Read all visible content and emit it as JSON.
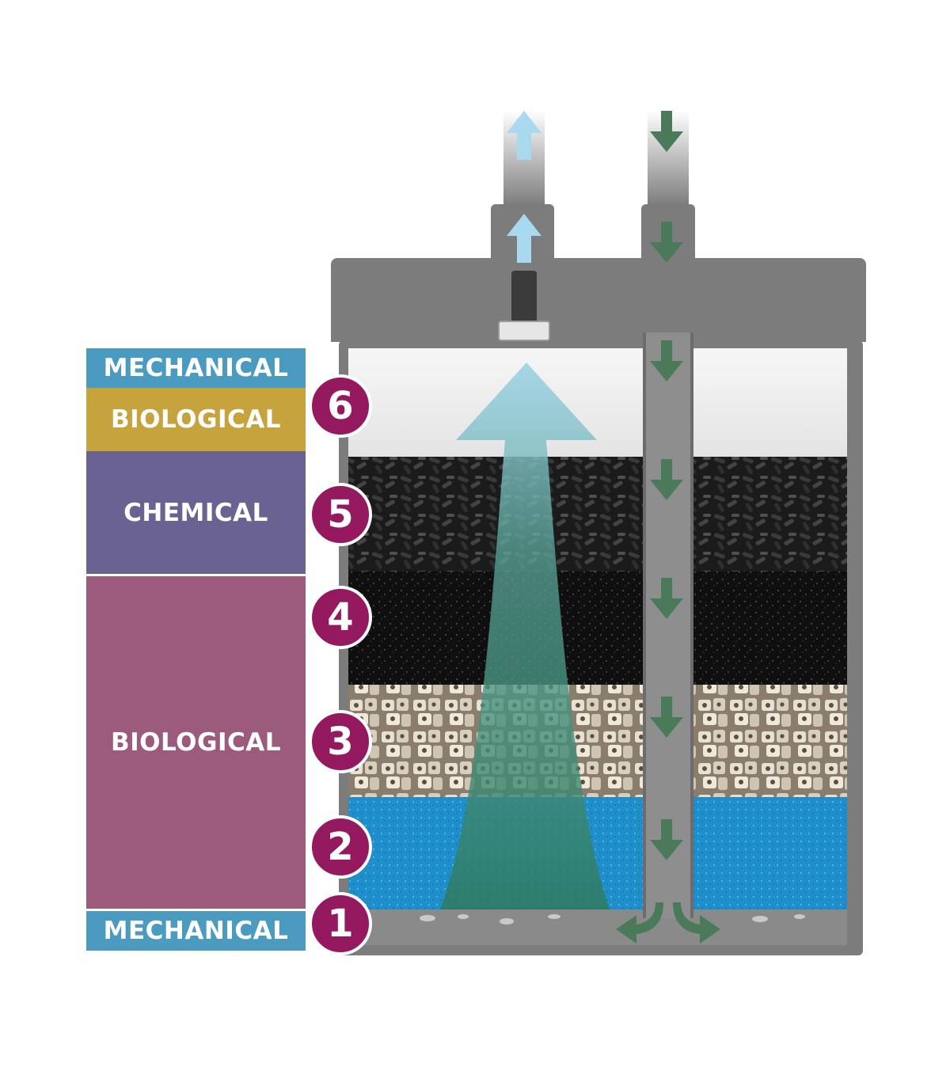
{
  "categories": [
    {
      "label": "MECHANICAL",
      "color": "#4b9ac0"
    },
    {
      "label": "BIOLOGICAL",
      "color": "#c7a33e"
    },
    {
      "label": "CHEMICAL",
      "color": "#6a6392"
    },
    {
      "label": "BIOLOGICAL",
      "color": "#9c5a7d"
    },
    {
      "label": "MECHANICAL",
      "color": "#4b9ac0"
    }
  ],
  "layers": [
    "6",
    "5",
    "4",
    "3",
    "2",
    "1"
  ],
  "colors": {
    "housing": "#7c7c7c",
    "badge": "#95195f",
    "outflow_arrow": "#a9d9ef",
    "inflow_arrow": "#4a7a5a",
    "upflow_arrow": "#3d8a72"
  }
}
